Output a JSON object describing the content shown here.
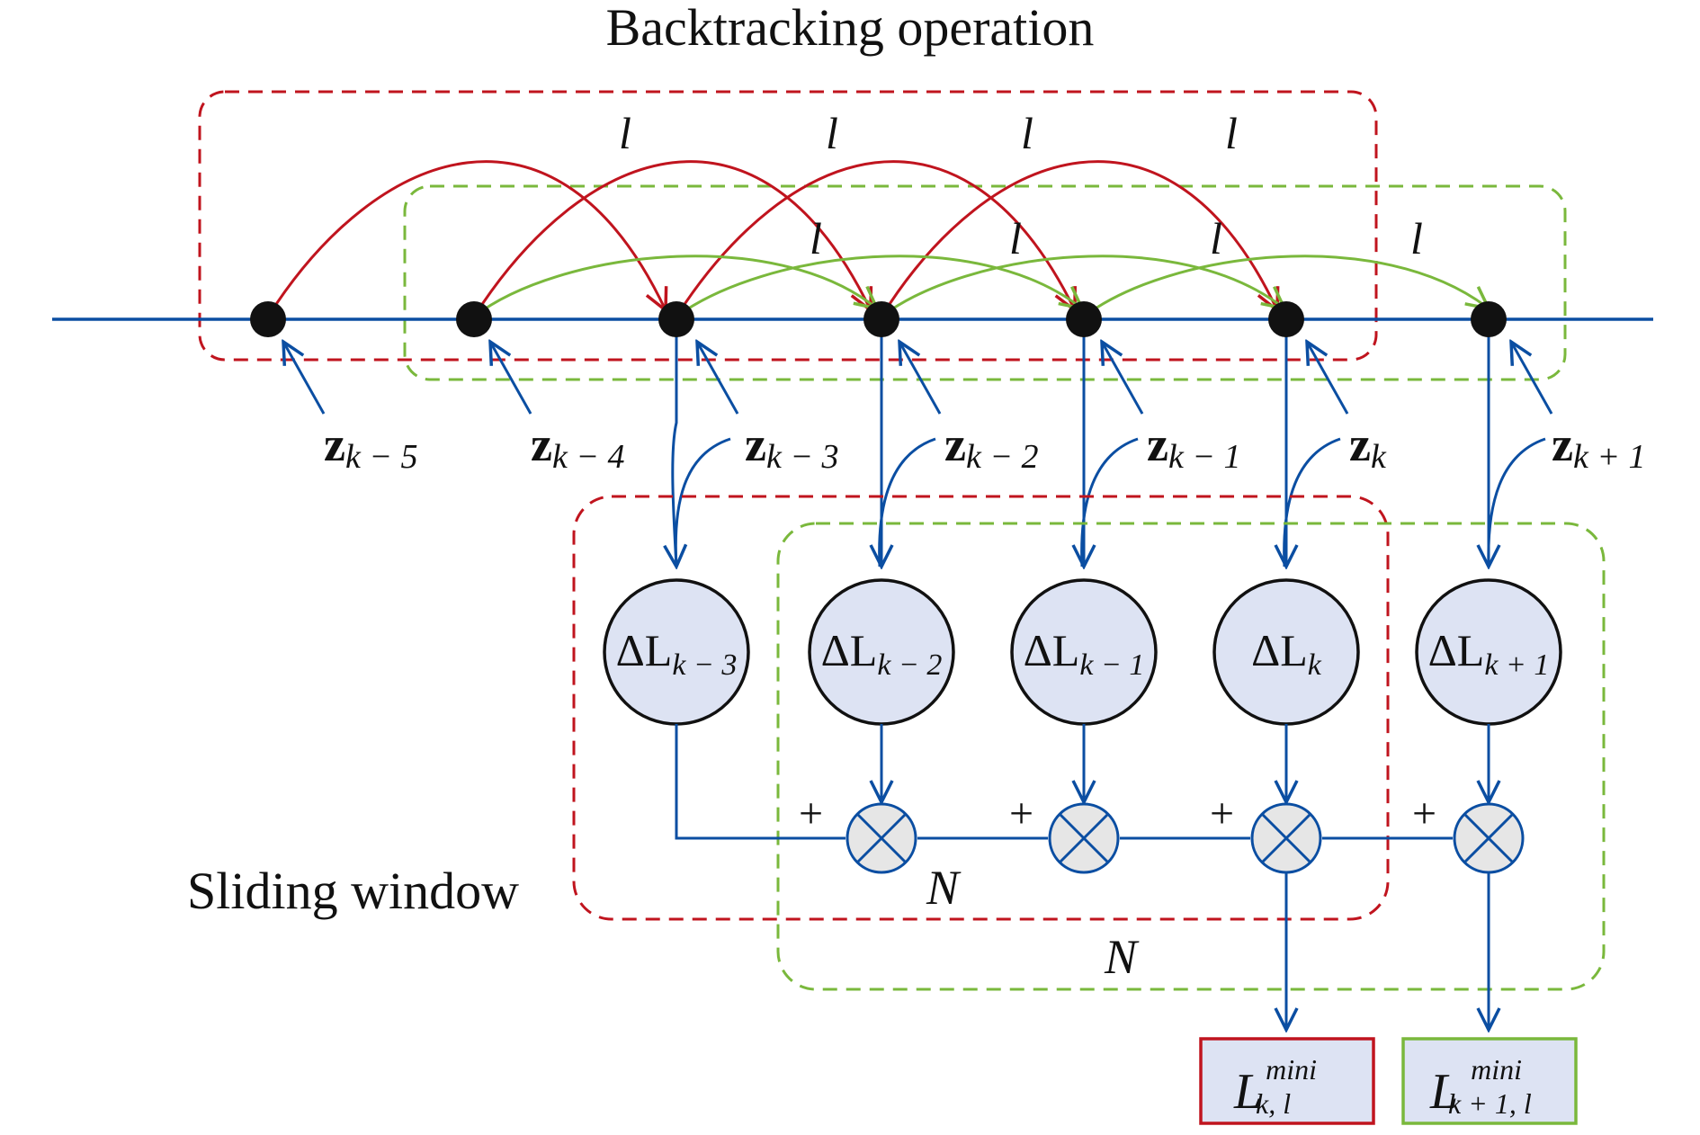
{
  "title": "Backtracking operation",
  "sliding_label": "Sliding window",
  "lag_symbol": "l",
  "window_symbol": "N",
  "plus": "+",
  "observations": [
    {
      "base": "z",
      "sub": "k − 5"
    },
    {
      "base": "z",
      "sub": "k − 4"
    },
    {
      "base": "z",
      "sub": "k − 3"
    },
    {
      "base": "z",
      "sub": "k − 2"
    },
    {
      "base": "z",
      "sub": "k − 1"
    },
    {
      "base": "z",
      "sub": "k"
    },
    {
      "base": "z",
      "sub": "k + 1"
    }
  ],
  "increments": [
    {
      "base": "ΔL",
      "sub": "k − 3"
    },
    {
      "base": "ΔL",
      "sub": "k − 2"
    },
    {
      "base": "ΔL",
      "sub": "k − 1"
    },
    {
      "base": "ΔL",
      "sub": "k"
    },
    {
      "base": "ΔL",
      "sub": "k + 1"
    }
  ],
  "outputs": [
    {
      "base": "L",
      "sup": "mini",
      "sub": "k, l"
    },
    {
      "base": "L",
      "sup": "mini",
      "sub": "k + 1, l"
    }
  ],
  "colors": {
    "red": "#c0141e",
    "green": "#7ab83c",
    "blue": "#0b4ea2",
    "node_fill": "#dde3f3",
    "sum_fill": "#e6e6e6",
    "dot": "#111111"
  }
}
